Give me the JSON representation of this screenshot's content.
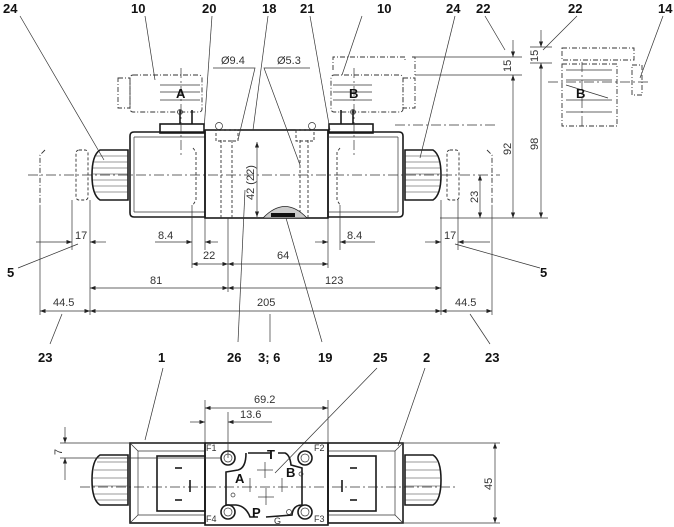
{
  "callouts_top": [
    "24",
    "10",
    "20",
    "18",
    "21",
    "10",
    "24",
    "22",
    "22",
    "14"
  ],
  "callouts_mid": [
    "5",
    "5",
    "23",
    "26",
    "3; 6",
    "19",
    "23"
  ],
  "callouts_bottom": [
    "1",
    "25",
    "2"
  ],
  "dimensions": {
    "d_9_4": "Ø9.4",
    "d_5_3": "Ø5.3",
    "h_42": "42 (22)",
    "h_15a": "15",
    "h_92": "92",
    "h_15b": "15",
    "h_98": "98",
    "h_23": "23",
    "w_17_left": "17",
    "w_8_4_left": "8.4",
    "w_8_4_right": "8.4",
    "w_17_right": "17",
    "w_22": "22",
    "w_64": "64",
    "w_81": "81",
    "w_123": "123",
    "w_44_5_left": "44.5",
    "w_205": "205",
    "w_44_5_right": "44.5",
    "w_69_2": "69.2",
    "w_13_6": "13.6",
    "h_7": "7",
    "h_45": "45"
  },
  "ports": {
    "A_top": "A",
    "B_top": "B",
    "B_side": "B",
    "T": "T",
    "P": "P",
    "A": "A",
    "B": "B",
    "G": "G",
    "F1": "F1",
    "F2": "F2",
    "F3": "F3",
    "F4": "F4"
  }
}
